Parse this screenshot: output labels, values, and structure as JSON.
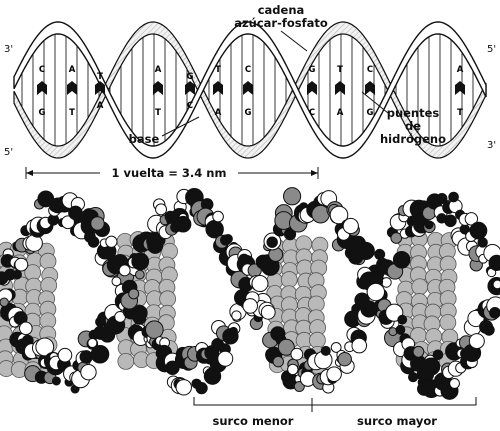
{
  "labels": {
    "backbone_line1": "cadena",
    "backbone_line2": "azúcar-fosfato",
    "base": "base",
    "hbond_line1": "puentes",
    "hbond_line2": "de",
    "hbond_line3": "hidrógeno",
    "turn": "1 vuelta = 3.4 nm",
    "minor_groove": "surco menor",
    "major_groove": "surco mayor"
  },
  "strand_ends": {
    "left_top": "3'",
    "left_bottom": "5'",
    "right_top": "5'",
    "right_bottom": "3'"
  },
  "base_pairs": [
    [
      "C",
      "G"
    ],
    [
      "A",
      "T"
    ],
    [
      "T",
      "A"
    ],
    [
      "A",
      "T"
    ],
    [
      "G",
      "C"
    ],
    [
      "T",
      "A"
    ],
    [
      "C",
      "G"
    ],
    [
      "G",
      "C"
    ],
    [
      "T",
      "A"
    ],
    [
      "C",
      "G"
    ],
    [
      "A",
      "T"
    ]
  ]
}
